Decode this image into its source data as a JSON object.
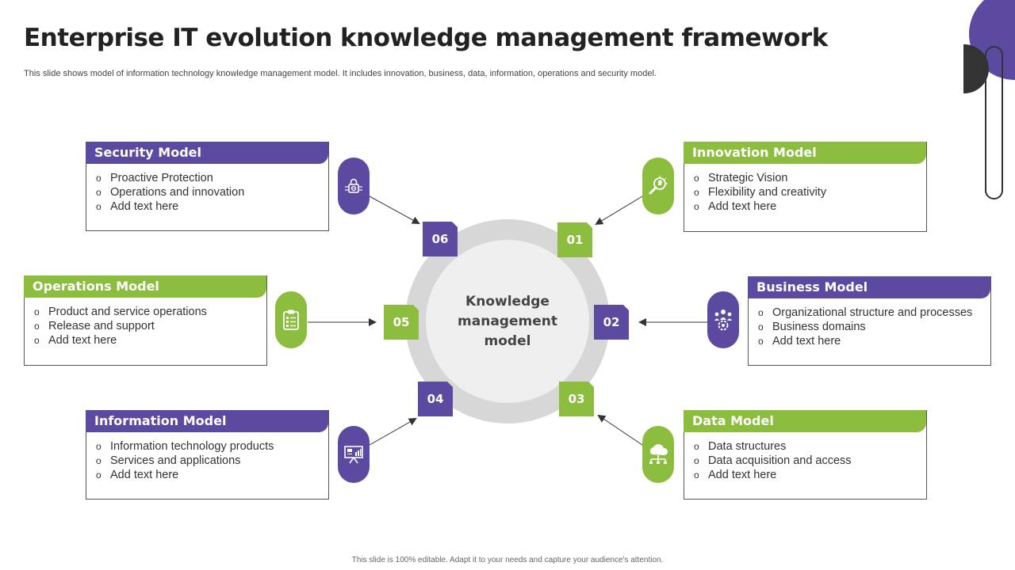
{
  "slide": {
    "title": "Enterprise IT evolution knowledge management framework",
    "subtitle": "This slide shows model of information technology knowledge management model. It includes innovation, business, data, information, operations and security model.",
    "footer": "This slide is 100% editable. Adapt it to your needs and capture your audience's attention."
  },
  "center": {
    "label": "Knowledge\nmanagement\nmodel"
  },
  "numbers": [
    "01",
    "02",
    "03",
    "04",
    "05",
    "06"
  ],
  "models": {
    "security": {
      "title": "Security  Model",
      "items": [
        "Proactive Protection",
        "Operations and innovation",
        "Add text here"
      ],
      "icon": "lock-globe-icon"
    },
    "innovation": {
      "title": "Innovation Model",
      "items": [
        "Strategic Vision",
        "Flexibility  and creativity",
        "Add text here"
      ],
      "icon": "magnifier-bulb-icon"
    },
    "operations": {
      "title": "Operations Model",
      "items": [
        "Product and service operations",
        "Release and support",
        "Add text here"
      ],
      "icon": "clipboard-checklist-icon"
    },
    "business": {
      "title": "Business Model",
      "items": [
        "Organizational structure and processes",
        "Business domains",
        "Add text here"
      ],
      "icon": "team-settings-icon"
    },
    "information": {
      "title": "Information Model",
      "items": [
        "Information technology products",
        "Services and applications",
        "Add text here"
      ],
      "icon": "presentation-board-icon"
    },
    "data": {
      "title": "Data  Model",
      "items": [
        "Data structures",
        "Data acquisition and access",
        "Add text here"
      ],
      "icon": "cloud-network-icon"
    }
  },
  "colors": {
    "purple": "#5b4aa0",
    "green": "#8cbd3f",
    "ring": "#d7d7d7",
    "inner": "#efefef"
  }
}
